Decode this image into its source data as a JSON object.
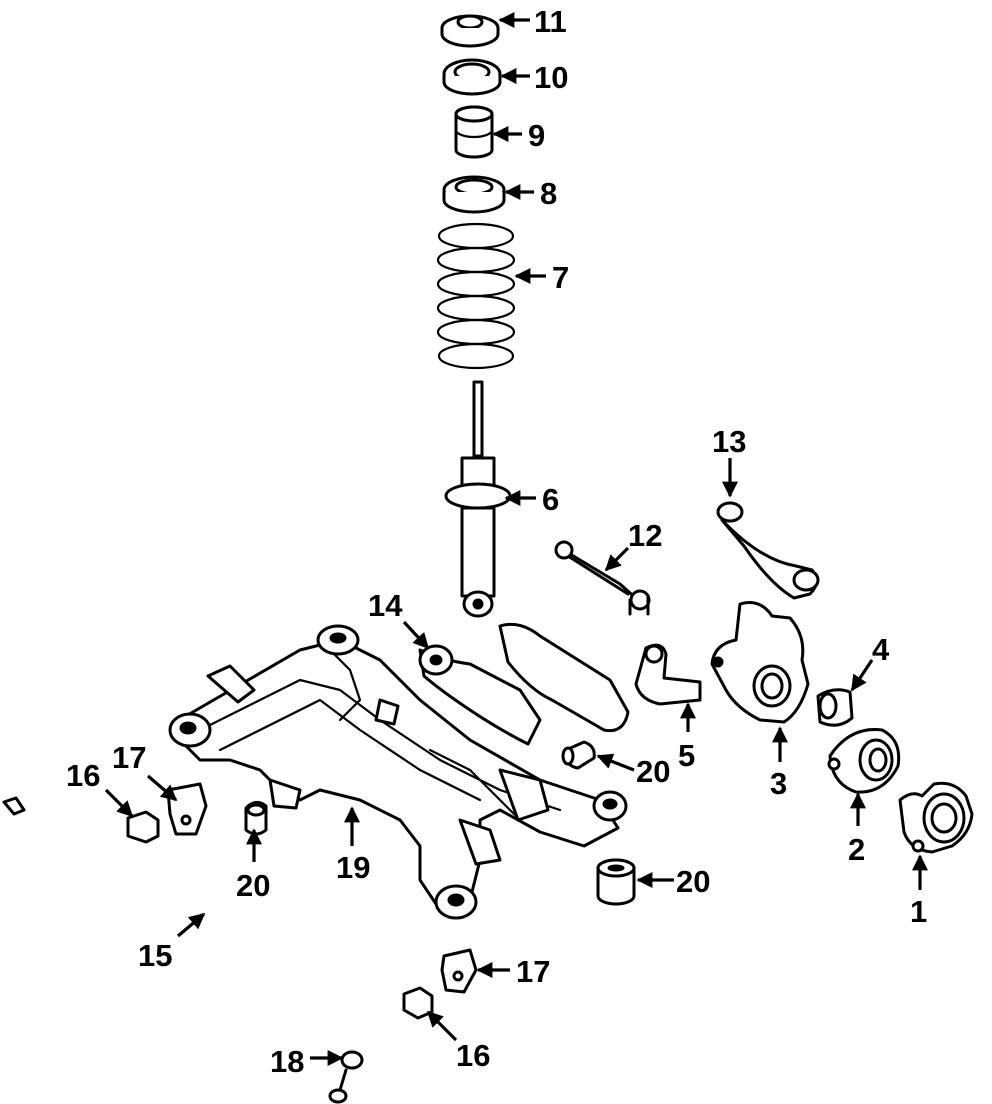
{
  "diagram": {
    "colors": {
      "line": "#000000",
      "background": "#ffffff"
    },
    "callouts": {
      "c1": "1",
      "c2": "2",
      "c3": "3",
      "c4": "4",
      "c5": "5",
      "c6": "6",
      "c7": "7",
      "c8": "8",
      "c9": "9",
      "c10": "10",
      "c11": "11",
      "c12": "12",
      "c13": "13",
      "c14": "14",
      "c15": "15",
      "c16a": "16",
      "c16b": "16",
      "c17a": "17",
      "c17b": "17",
      "c18": "18",
      "c19": "19",
      "c20a": "20",
      "c20b": "20",
      "c20c": "20"
    }
  }
}
